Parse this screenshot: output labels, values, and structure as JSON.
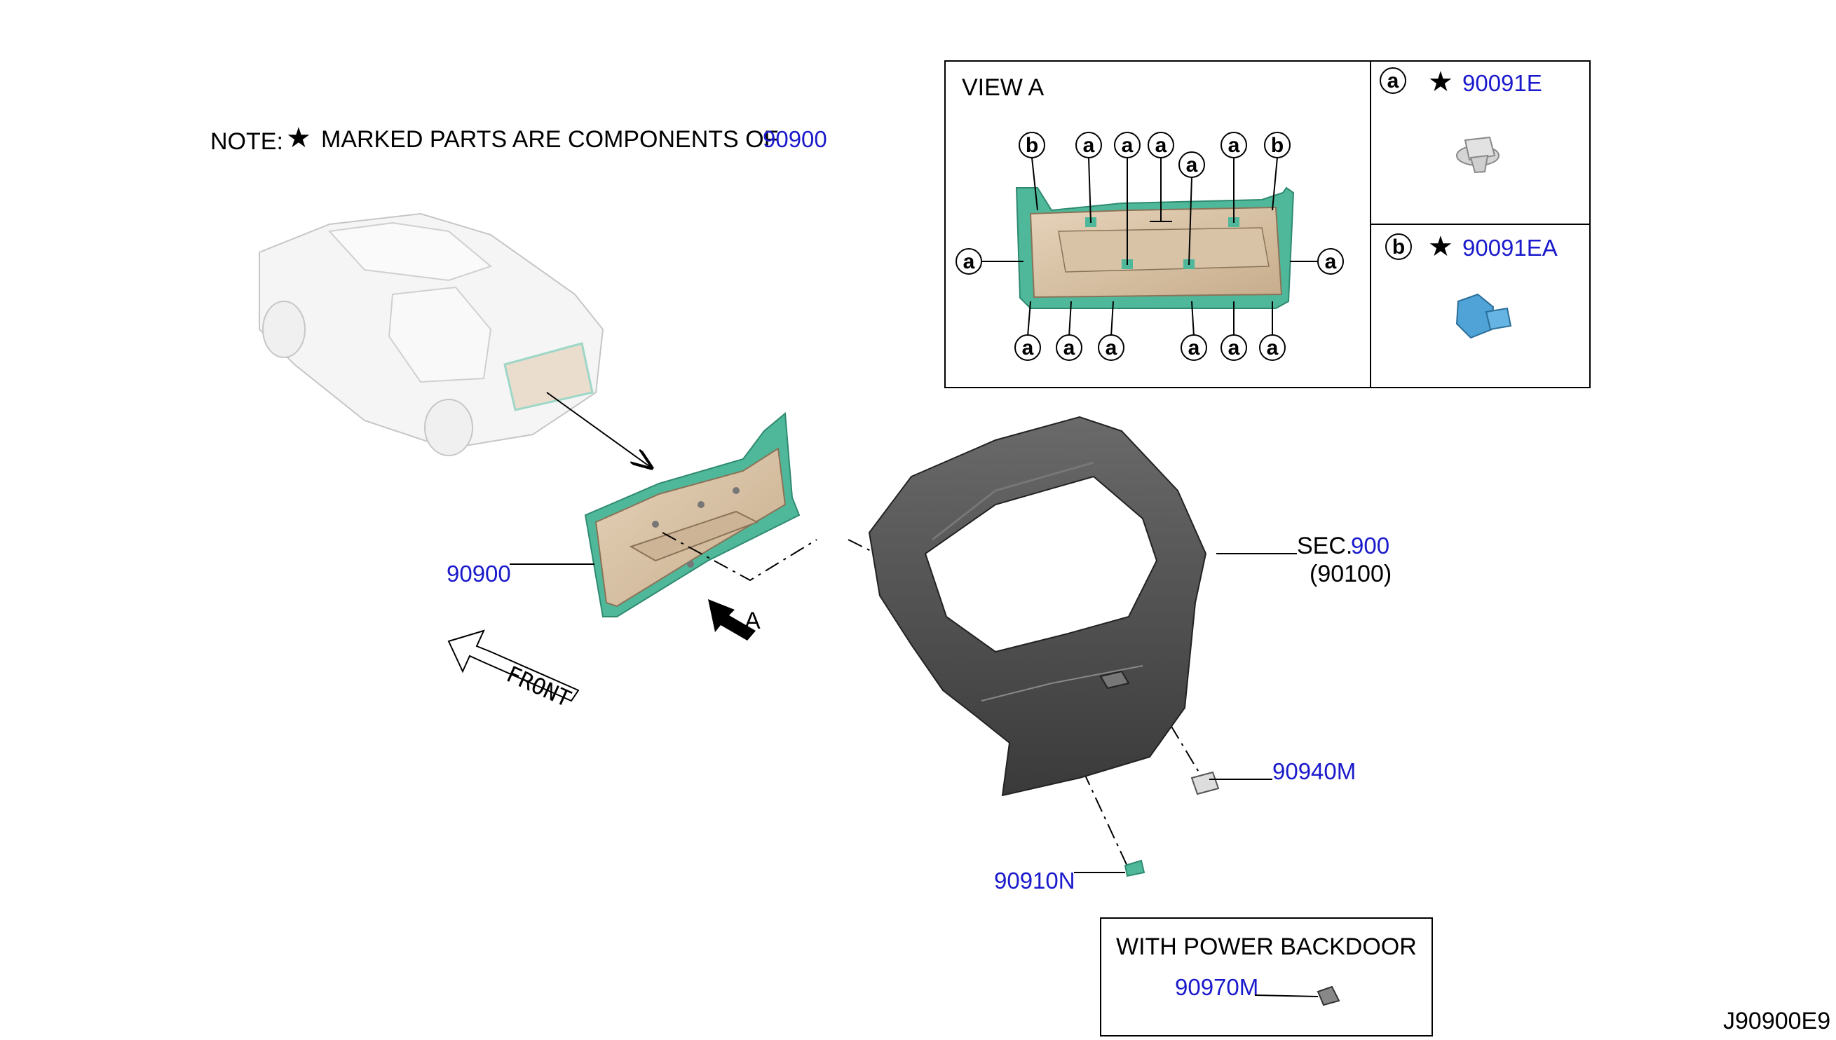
{
  "note": {
    "prefix": "NOTE:",
    "text": "MARKED PARTS ARE COMPONENTS OF",
    "part": "90900"
  },
  "view_a": {
    "title": "VIEW A",
    "callouts_top": [
      "b",
      "a",
      "a",
      "a",
      "a",
      "a",
      "b"
    ],
    "callout_left": "a",
    "callout_right": "a",
    "callouts_bottom": [
      "a",
      "a",
      "a",
      "a",
      "a",
      "a"
    ]
  },
  "legend": [
    {
      "symbol": "a",
      "part": "90091E"
    },
    {
      "symbol": "b",
      "part": "90091EA"
    }
  ],
  "labels": {
    "trim_part": "90900",
    "view_arrow": "A",
    "front": "FRONT",
    "sec_prefix": "SEC.",
    "sec_number": "900",
    "sec_sub": "(90100)",
    "part_90940m": "90940M",
    "part_90910n": "90910N"
  },
  "power_backdoor": {
    "title": "WITH POWER BACKDOOR",
    "part": "90970M"
  },
  "diagram_code": "J90900E9",
  "colors": {
    "part_number": "#1a1acc",
    "trim_panel": "#d9c3a6",
    "trim_edge": "#4fb89a",
    "door": "#4a4a4a",
    "clip_a": "#c8c8c8",
    "clip_b": "#4fa3d6"
  }
}
